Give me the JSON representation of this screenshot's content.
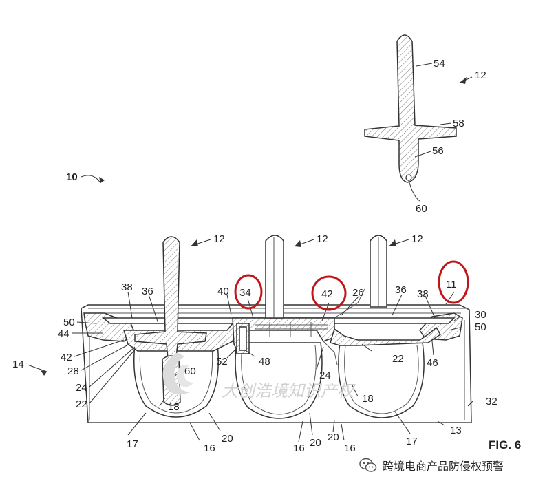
{
  "figure": {
    "title": "FIG. 6",
    "watermark": "大创浩境知识产权",
    "labels": {
      "l10": "10",
      "l12_top": "12",
      "l54": "54",
      "l58": "58",
      "l56": "56",
      "l60_top": "60",
      "l12_a": "12",
      "l12_b": "12",
      "l12_c": "12",
      "l38_left": "38",
      "l36_left": "36",
      "l40": "40",
      "l34": "34",
      "l42_circ": "42",
      "l26": "26",
      "l36_right": "36",
      "l38_right": "38",
      "l11": "11",
      "l50_left": "50",
      "l44": "44",
      "l42_left": "42",
      "l28": "28",
      "l24_left": "24",
      "l22_left": "22",
      "l14": "14",
      "l60_mid": "60",
      "l52": "52",
      "l48": "48",
      "l24_mid": "24",
      "l18_left": "18",
      "l18_right": "18",
      "l22_right": "22",
      "l30": "30",
      "l50_right": "50",
      "l46": "46",
      "l32": "32",
      "l17_left": "17",
      "l16_a": "16",
      "l20_a": "20",
      "l16_b": "16",
      "l20_b": "20",
      "l20_c": "20",
      "l16_c": "16",
      "l17_right": "17",
      "l13": "13"
    }
  },
  "wechat": {
    "icon": "wechat-icon",
    "label": "跨境电商产品防侵权预警"
  },
  "colors": {
    "highlight": "#c0161a",
    "line": "#333333"
  }
}
